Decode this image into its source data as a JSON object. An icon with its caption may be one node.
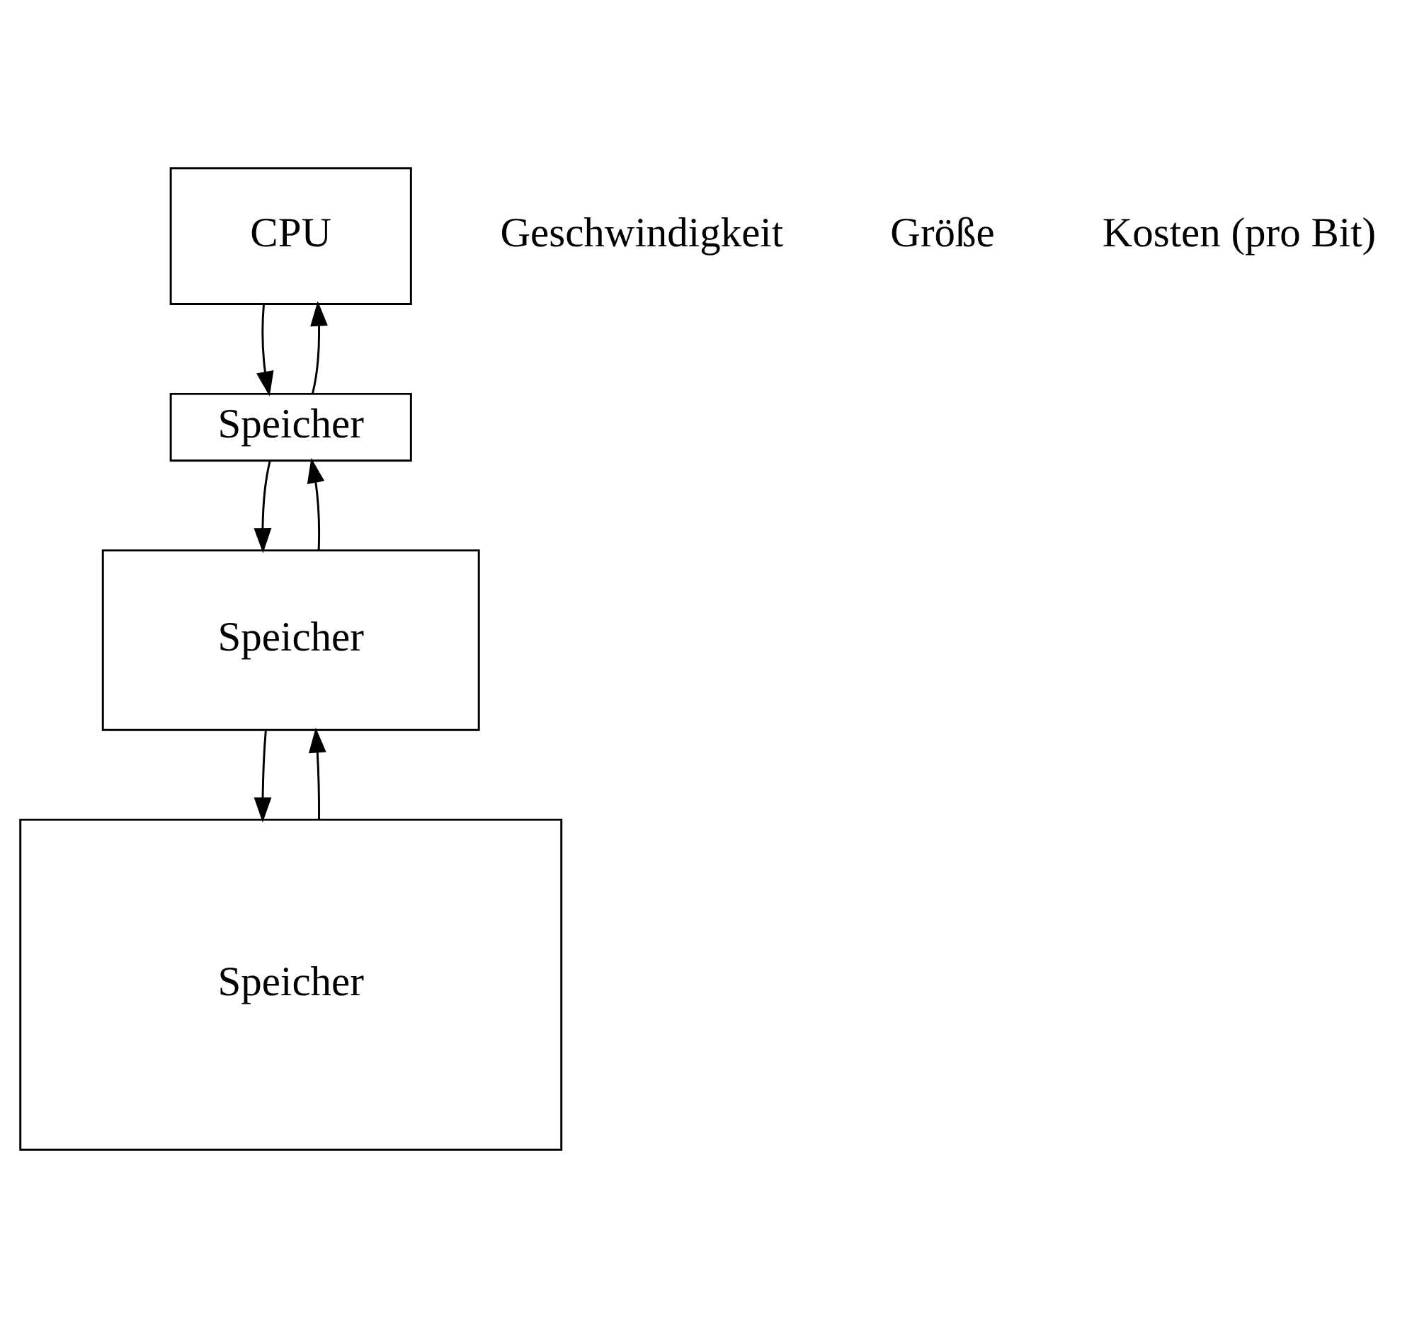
{
  "diagram": {
    "nodes": [
      {
        "text": [
          "CPU"
        ]
      },
      {
        "text": [
          "Speicher"
        ]
      },
      {
        "text": [
          "Speicher"
        ]
      },
      {
        "text": [
          "Speicher"
        ]
      }
    ],
    "edges": [
      {
        "from": 1,
        "to": 0,
        "arrow": "to"
      },
      {
        "from": 0,
        "to": 1,
        "arrow": "to"
      },
      {
        "from": 2,
        "to": 1,
        "arrow": "to"
      },
      {
        "from": 1,
        "to": 2,
        "arrow": "to"
      },
      {
        "from": 3,
        "to": 2,
        "arrow": "to"
      },
      {
        "from": 2,
        "to": 3,
        "arrow": "to"
      }
    ],
    "labels": [
      "Geschwindigkeit",
      "Größe",
      "Kosten (pro Bit)"
    ]
  }
}
